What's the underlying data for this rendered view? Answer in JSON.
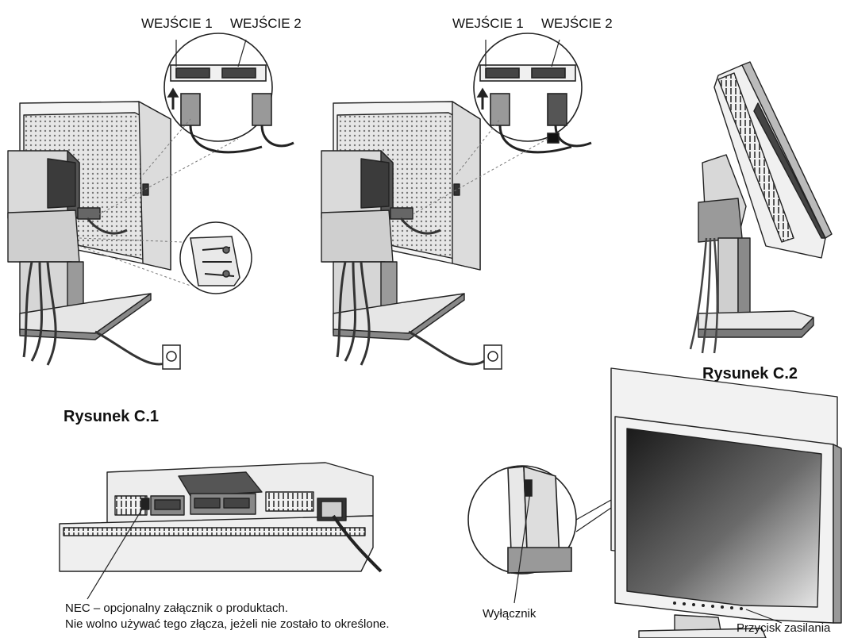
{
  "labels": {
    "input1_a": "WEJŚCIE 1",
    "input2_a": "WEJŚCIE 2",
    "input1_b": "WEJŚCIE 1",
    "input2_b": "WEJŚCIE 2",
    "caption_c1": "Rysunek C.1",
    "caption_c2": "Rysunek C.2",
    "nec_note_line1": "NEC – opcjonalny załącznik o produktach.",
    "nec_note_line2": "Nie wolno używać tego złącza, jeżeli nie zostało to określone.",
    "power_switch": "Wyłącznik",
    "power_button": "Przycisk zasilania"
  }
}
